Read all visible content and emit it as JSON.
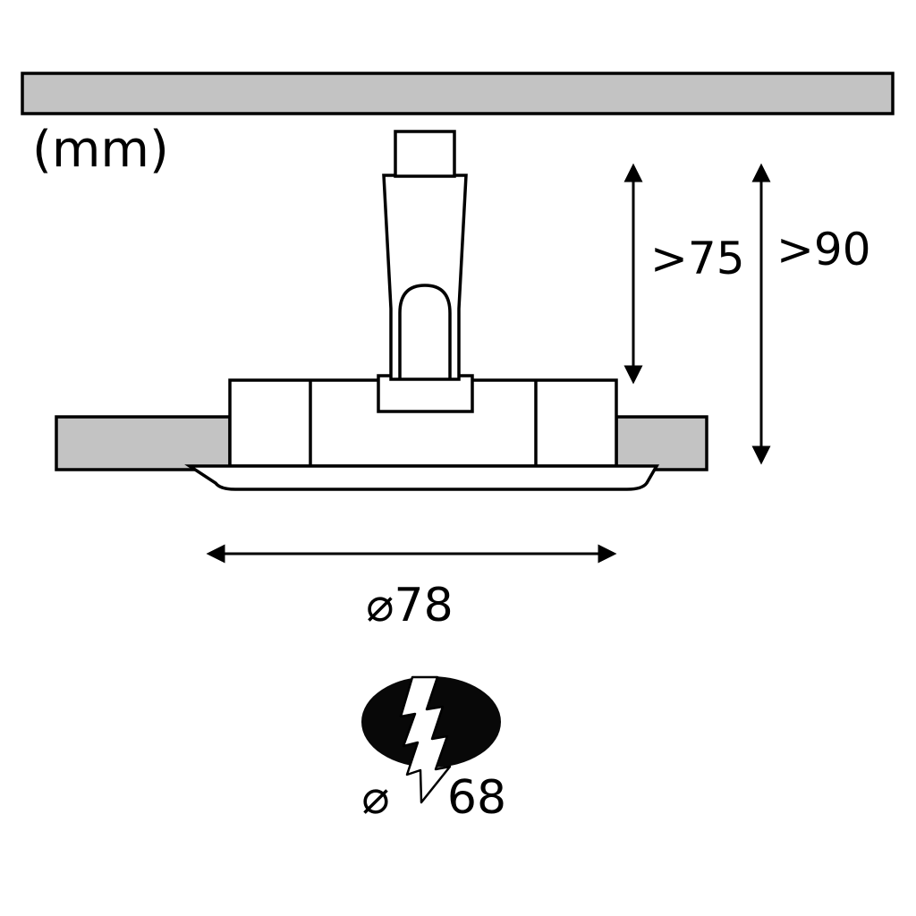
{
  "unit_label": "(mm)",
  "dimensions": {
    "recess_depth": ">75",
    "install_depth": ">90",
    "outer_diameter": "⌀78",
    "cutout_prefix": "⌀",
    "cutout_value": "68"
  },
  "colors": {
    "panel_gray": "#c3c3c3",
    "outline_black": "#000000",
    "cutout_fill": "#080808",
    "bolt_fill": "#ffffff"
  }
}
